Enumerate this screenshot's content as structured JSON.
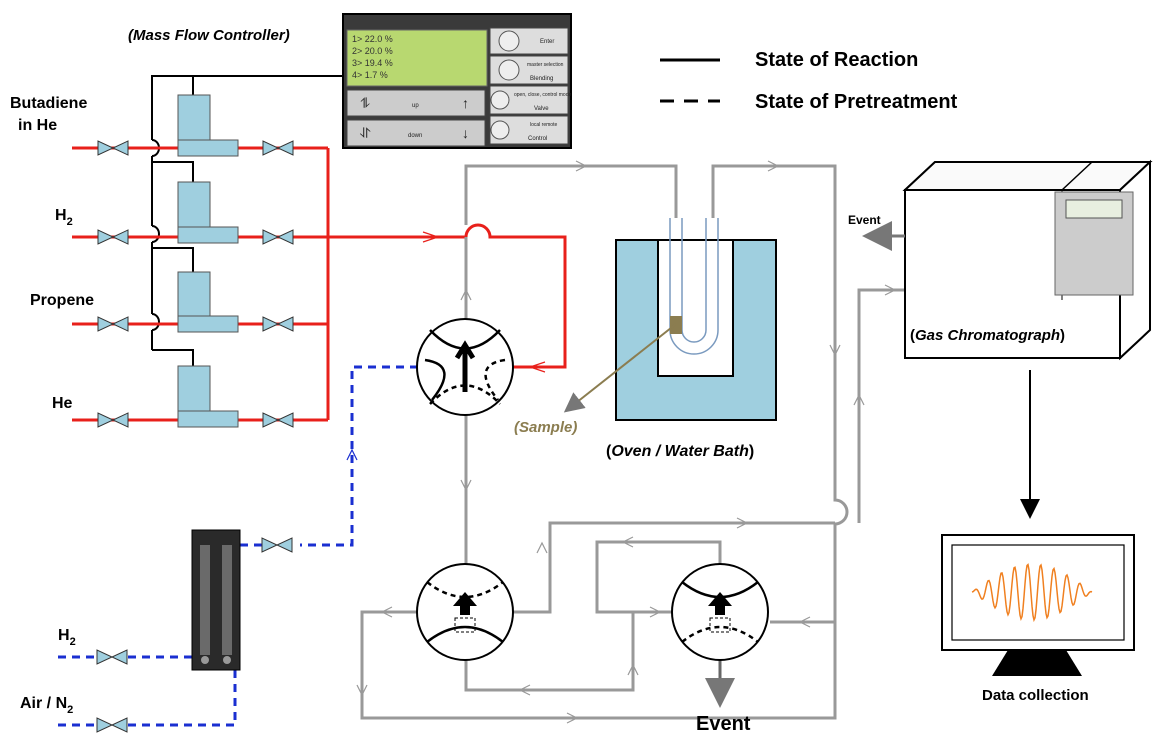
{
  "legend": {
    "solid_label": "State of Reaction",
    "dashed_label": "State of Pretreatment"
  },
  "mfc": {
    "caption": "Mass Flow Controller",
    "display_lines": [
      "1> 22.0 %",
      "2> 20.0 %",
      "3> 19.4 %",
      "4> 1.7 %"
    ],
    "buttons": [
      "Enter",
      "master selection",
      "Blending",
      "open, close, control mode",
      "Valve",
      "local remote",
      "Control",
      "up",
      "down"
    ]
  },
  "gas_inputs": {
    "butadiene_line1": "Butadiene",
    "butadiene_line2": "in He",
    "h2_main": "H",
    "h2_main_sub": "2",
    "propene": "Propene",
    "he": "He"
  },
  "pretreat_inputs": {
    "h2_label": "H",
    "h2_sub": "2",
    "air_label": "Air / N",
    "air_sub": "2"
  },
  "labels": {
    "sample": "Sample",
    "oven": "Oven / Water Bath",
    "gc": "Gas Chromatograph",
    "event_top": "Event",
    "event_bottom": "Event",
    "data_collection": "Data collection"
  },
  "colors": {
    "reaction_line": "#e8201b",
    "pretreatment_line": "#1a2fd1",
    "gas_line": "#999999",
    "component_fill": "#9fcfdf",
    "sample_color": "#8b7d50",
    "signal_color": "#f08020",
    "lcd": "#b8d870"
  }
}
